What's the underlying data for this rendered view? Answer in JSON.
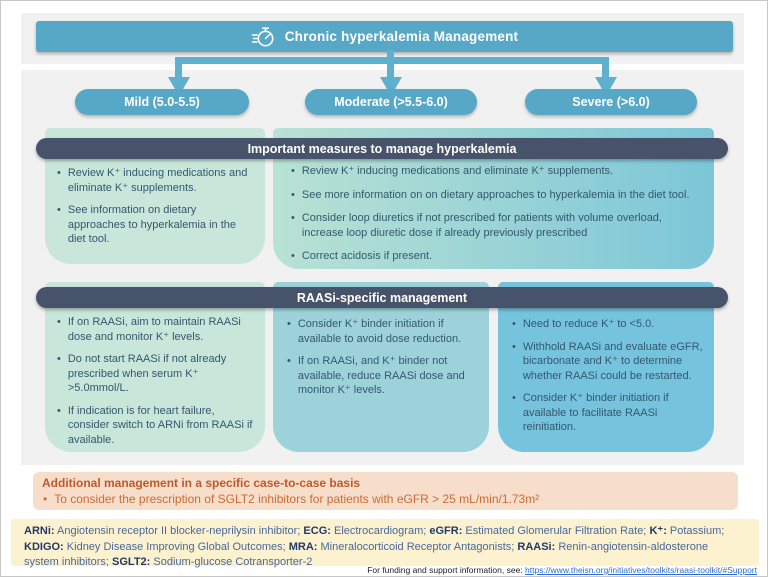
{
  "header": {
    "title": "Chronic hyperkalemia Management",
    "icon": "stopwatch-icon"
  },
  "severity_levels": [
    {
      "label": "Mild (5.0-5.5)"
    },
    {
      "label": "Moderate (>5.5-6.0)"
    },
    {
      "label": "Severe (>6.0)"
    }
  ],
  "important_measures": {
    "title": "Important measures to manage hyperkalemia",
    "mild": {
      "bullets": [
        "Review K⁺ inducing medications and eliminate K⁺ supplements.",
        "See information on dietary approaches to hyperkalemia in the diet tool."
      ]
    },
    "moderate_severe": {
      "bullets": [
        "Review K⁺ inducing medications and eliminate K⁺ supplements.",
        "See more information on on dietary approaches to hyperkalemia in the diet tool.",
        "Consider loop diuretics if not prescribed for patients with volume overload, increase loop diuretic dose if already previously prescribed",
        "Correct acidosis if present."
      ]
    }
  },
  "raasi_management": {
    "title": "RAASi-specific management",
    "mild": {
      "bullets": [
        "If on RAASi, aim to maintain RAASi dose and monitor K⁺ levels.",
        "Do not start RAASi if not already prescribed when serum K⁺ >5.0mmol/L.",
        "If indication is for heart failure, consider switch to ARNi from RAASi if available."
      ]
    },
    "moderate": {
      "bullets": [
        "Consider K⁺ binder initiation if available to avoid dose reduction.",
        "If on RAASi, and K⁺ binder not available, reduce RAASi dose and monitor K⁺ levels."
      ]
    },
    "severe": {
      "bullets": [
        "Need to reduce K⁺ to <5.0.",
        "Withhold RAASi and evaluate eGFR, bicarbonate and K⁺ to determine whether RAASi could be restarted.",
        "Consider K⁺ binder initiation if available to facilitate RAASi reinitiation."
      ]
    }
  },
  "additional_management": {
    "title": "Additional management in a specific case-to-case basis",
    "bullets": [
      "To consider the prescription of SGLT2 inhibitors for patients with eGFR > 25 mL/min/1.73m²"
    ]
  },
  "abbreviations": [
    {
      "term": "ARNi",
      "definition": "Angiotensin receptor II blocker-neprilysin inhibitor"
    },
    {
      "term": "ECG",
      "definition": "Electrocardiogram"
    },
    {
      "term": "eGFR",
      "definition": "Estimated Glomerular Filtration Rate"
    },
    {
      "term": "K⁺",
      "definition": "Potassium"
    },
    {
      "term": "KDIGO",
      "definition": "Kidney Disease Improving Global Outcomes"
    },
    {
      "term": "MRA",
      "definition": "Mineralocorticoid Receptor Antagonists"
    },
    {
      "term": "RAASi",
      "definition": "Renin-angiotensin-aldosterone system inhibitors"
    },
    {
      "term": "SGLT2",
      "definition": "Sodium-glucose Cotransporter-2"
    }
  ],
  "footer": {
    "text": "For funding and support information, see:",
    "link": "https://www.theisn.org/initiatives/toolkits/raasi-toolkit/#Support"
  },
  "colors": {
    "teal_accent": "#57a8c6",
    "connector_teal": "#5fb0cd",
    "dark_bar": "#47536a",
    "mild_panel": "#c8e6d9",
    "moderate_panel": "#9dd2db",
    "severe_panel": "#76c3dd",
    "panel_text": "#35576f",
    "orange_bg": "#f7decb",
    "orange_text": "#bd5a2a",
    "yellow_bg": "#fcf2cf",
    "abbrev_term": "#233a66",
    "abbrev_text": "#49679c",
    "link_blue": "#2b6bd4"
  }
}
